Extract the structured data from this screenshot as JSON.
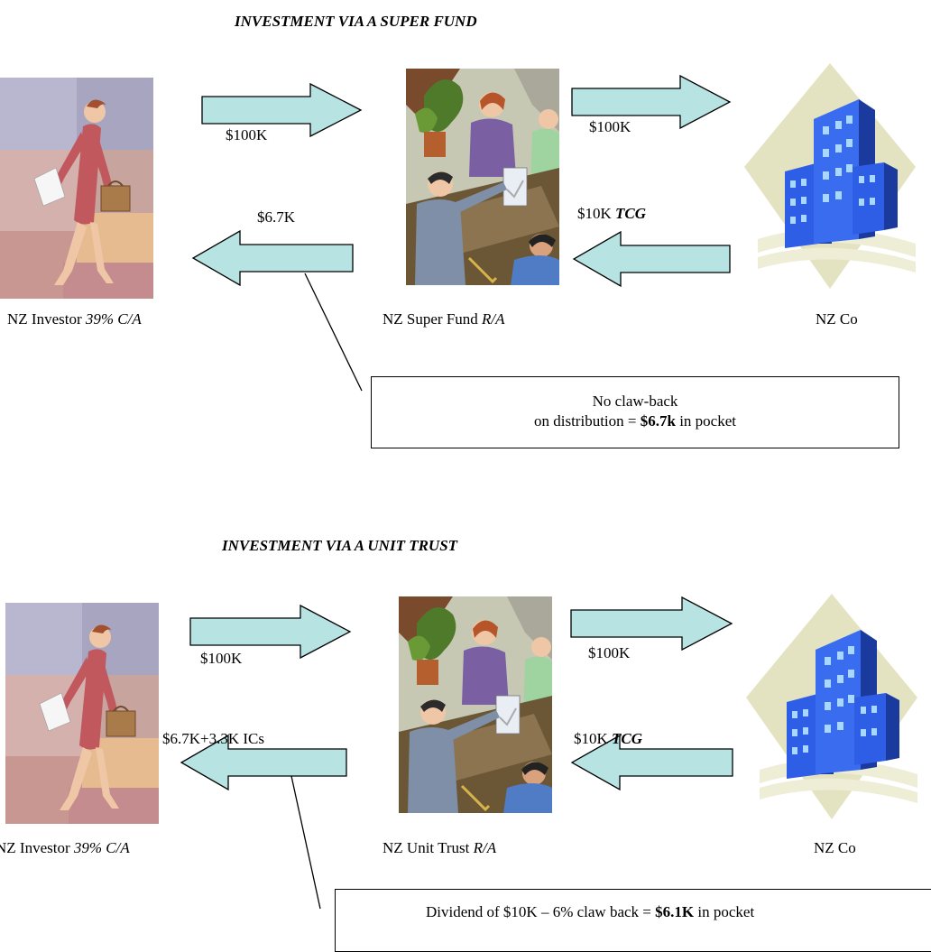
{
  "top": {
    "title": "INVESTMENT VIA A SUPER FUND",
    "arrow_left_top_label": "$100K",
    "arrow_right_top_label": "$100K",
    "arrow_left_bottom_label": "$6.7K",
    "arrow_right_bottom_label_value": "$10K ",
    "arrow_right_bottom_label_em": "TCG",
    "investor_caption": "NZ Investor ",
    "investor_caption_em": "39% C/A",
    "fund_caption": "NZ Super Fund ",
    "fund_caption_em": "R/A",
    "company_caption": "NZ Co",
    "note_line1": "No claw-back",
    "note_line2_pre": "on distribution = ",
    "note_line2_bold": "$6.7k",
    "note_line2_post": " in pocket"
  },
  "bottom": {
    "title": "INVESTMENT VIA A UNIT TRUST",
    "arrow_left_top_label": "$100K",
    "arrow_right_top_label": "$100K",
    "arrow_left_bottom_label": "$6.7K+3.3K ICs",
    "arrow_right_bottom_label_value": "$10K ",
    "arrow_right_bottom_label_em": "TCG",
    "investor_caption": "NZ Investor ",
    "investor_caption_em": "39% C/A",
    "fund_caption": "NZ Unit Trust ",
    "fund_caption_em": "R/A",
    "company_caption": "NZ Co",
    "note_pre": "Dividend of $10K – 6% claw back = ",
    "note_bold": "$6.1K",
    "note_post": " in pocket"
  },
  "colors": {
    "arrow_fill": "#b7e3e3",
    "building_blue": "#2f5ee6",
    "building_shadow": "#e4e3c1"
  },
  "icons": [
    "investor-woman-clipart",
    "meeting-office-clipart",
    "office-building-clipart"
  ]
}
